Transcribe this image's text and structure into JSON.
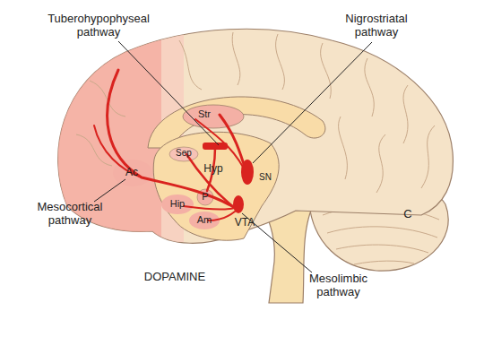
{
  "diagram": {
    "title": "DOPAMINE",
    "labels": [
      "Tuberohypophyseal pathway",
      "Nigrostriatal pathway",
      "Mesocortical pathway",
      "Mesolimbic pathway",
      "Str",
      "Sep",
      "Ac",
      "Hyp",
      "SN",
      "P",
      "VTA",
      "Hip",
      "Am",
      "C"
    ]
  }
}
